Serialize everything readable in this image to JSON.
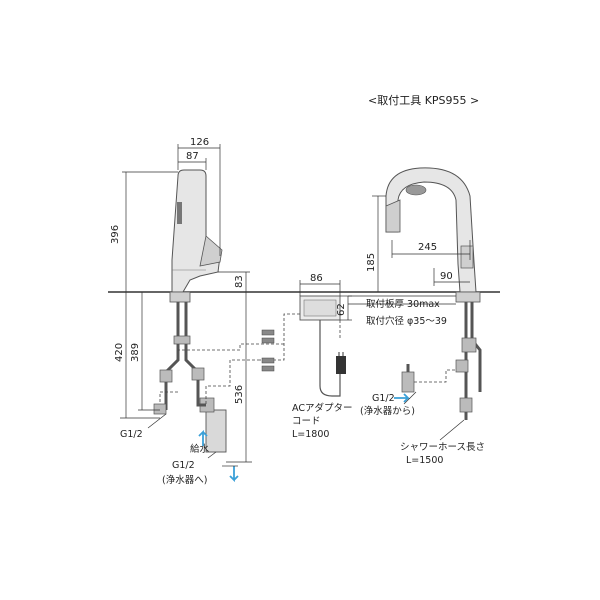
{
  "header": {
    "title": "<取付工具 KPS955 >"
  },
  "left_faucet": {
    "dims": {
      "width_126": "126",
      "width_87": "87",
      "height_396": "396",
      "height_83": "83",
      "height_420": "420",
      "height_389": "389",
      "height_536": "536"
    },
    "labels": {
      "thread_g12_left": "G1/2",
      "supply_water": "給水",
      "thread_g12_bottom": "G1/2",
      "to_filter": "(浄水器へ)"
    }
  },
  "center_unit": {
    "dims": {
      "width_86": "86",
      "height_62": "62"
    },
    "labels": {
      "adapter_line1": "ACアダプター",
      "adapter_line2": "コード",
      "adapter_length": "L=1800"
    }
  },
  "right_faucet": {
    "dims": {
      "reach_245": "245",
      "height_185": "185",
      "width_90": "90"
    },
    "labels": {
      "plate_thickness": "取付板厚 30max",
      "hole_diameter": "取付穴径 φ35～39",
      "thread_g12": "G1/2",
      "from_filter": "(浄水器から)",
      "shower_hose": "シャワーホース長さ",
      "shower_length": "L=1500"
    }
  },
  "colors": {
    "line": "#333333",
    "body": "#d9d9d9",
    "accent_arrow": "#3aa0d8"
  }
}
